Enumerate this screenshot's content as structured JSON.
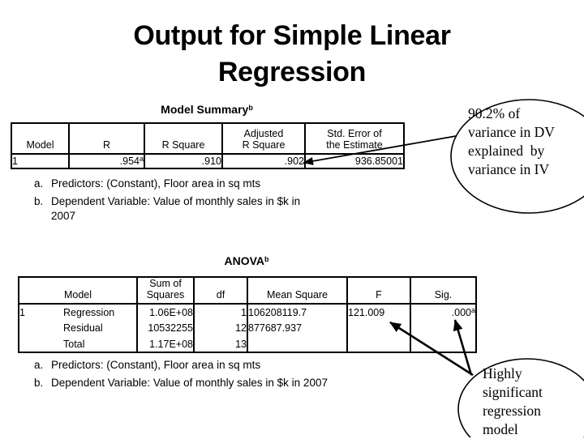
{
  "slide": {
    "title": "Output for Simple Linear\nRegression"
  },
  "model_summary": {
    "title": "Model Summary",
    "title_sup": "b",
    "headers": [
      "Model",
      "R",
      "R Square",
      "Adjusted\nR Square",
      "Std. Error of\nthe Estimate"
    ],
    "rows": [
      {
        "model": "1",
        "r": ".954",
        "r_sup": "a",
        "r_square": ".910",
        "adj_r_square": ".902",
        "std_error": "936.85001"
      }
    ],
    "footnotes": [
      {
        "marker": "a.",
        "text": "Predictors: (Constant), Floor area in sq mts"
      },
      {
        "marker": "b.",
        "text": "Dependent Variable: Value of monthly sales in $k in\n2007"
      }
    ]
  },
  "anova": {
    "title": "ANOVA",
    "title_sup": "b",
    "headers": [
      "Model",
      "Sum of\nSquares",
      "df",
      "Mean Square",
      "F",
      "Sig."
    ],
    "rows": [
      {
        "num": "1",
        "label": "Regression",
        "sum_sq": "1.06E+08",
        "df": "1",
        "mean_sq": "106208119.7",
        "f": "121.009",
        "sig": ".000",
        "sig_sup": "a"
      },
      {
        "num": "",
        "label": "Residual",
        "sum_sq": "10532255",
        "df": "12",
        "mean_sq": "877687.937",
        "f": "",
        "sig": "",
        "sig_sup": ""
      },
      {
        "num": "",
        "label": "Total",
        "sum_sq": "1.17E+08",
        "df": "13",
        "mean_sq": "",
        "f": "",
        "sig": "",
        "sig_sup": ""
      }
    ],
    "footnotes": [
      {
        "marker": "a.",
        "text": "Predictors: (Constant), Floor area in sq mts"
      },
      {
        "marker": "b.",
        "text": "Dependent Variable: Value of monthly sales in $k in 2007"
      }
    ]
  },
  "callouts": {
    "variance_note": "90.2% of\nvariance in DV\nexplained  by\nvariance in IV",
    "significance_note": "Highly\nsignificant\nregression\nmodel"
  },
  "colors": {
    "ink": "#000000",
    "background": "#ffffff"
  }
}
